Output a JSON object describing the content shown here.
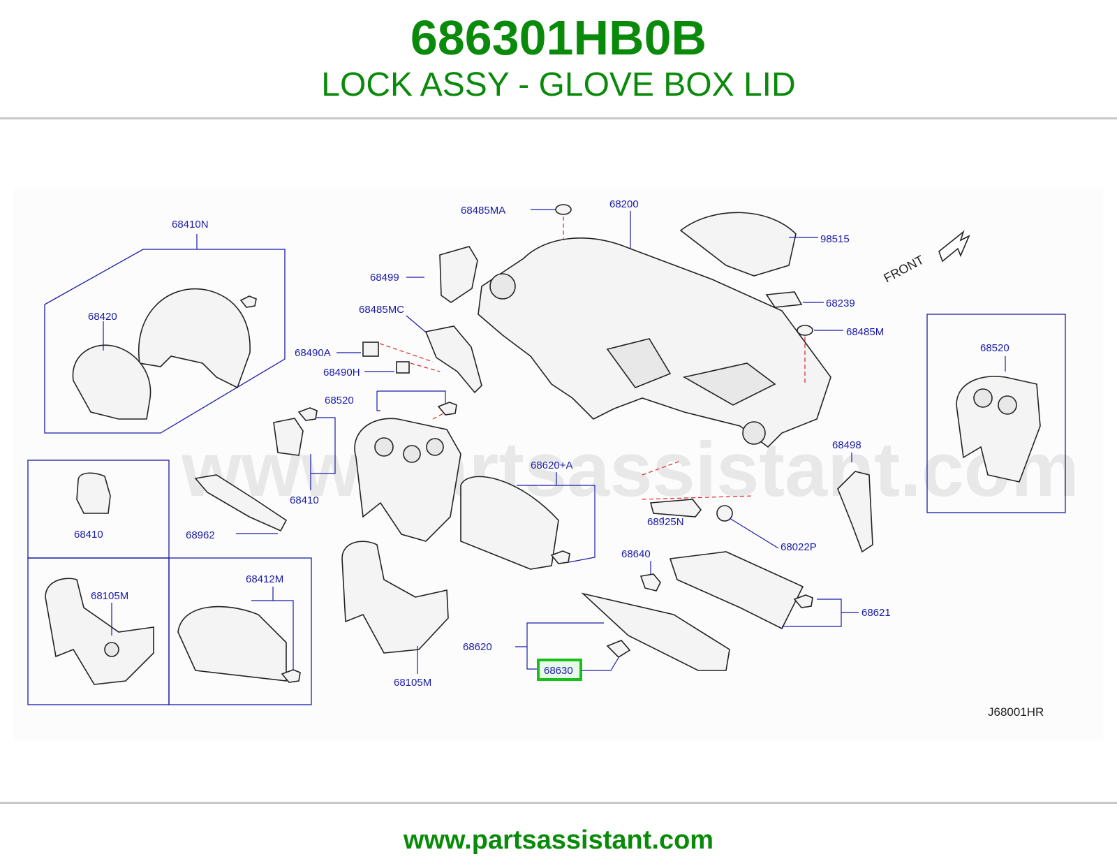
{
  "header": {
    "part_number": "686301HB0B",
    "description": "LOCK ASSY - GLOVE BOX LID"
  },
  "diagram": {
    "watermark": "www.partsassistant.com",
    "front_label": "FRONT",
    "reference_code": "J68001HR",
    "highlighted_callout": "68630",
    "highlight_color": "#19c019",
    "callouts": {
      "c68410N": "68410N",
      "c68420": "68420",
      "c68485MA": "68485MA",
      "c68200": "68200",
      "c98515": "98515",
      "c68499": "68499",
      "c68239": "68239",
      "c68485MC": "68485MC",
      "c68485M": "68485M",
      "c68490A": "68490A",
      "c68490H": "68490H",
      "c68520_left": "68520",
      "c68520_right": "68520",
      "c68410_mid": "68410",
      "c68410_box": "68410",
      "c68962": "68962",
      "c68620A": "68620+A",
      "c68498": "68498",
      "c68925N": "68925N",
      "c68022P": "68022P",
      "c68640": "68640",
      "c68105M_box": "68105M",
      "c68412M": "68412M",
      "c68621": "68621",
      "c68620": "68620",
      "c68630": "68630",
      "c68105M_mid": "68105M"
    }
  },
  "footer": {
    "url": "www.partsassistant.com"
  },
  "colors": {
    "brand_green": "#0a8a0a",
    "callout_blue": "#1a1aa8"
  }
}
